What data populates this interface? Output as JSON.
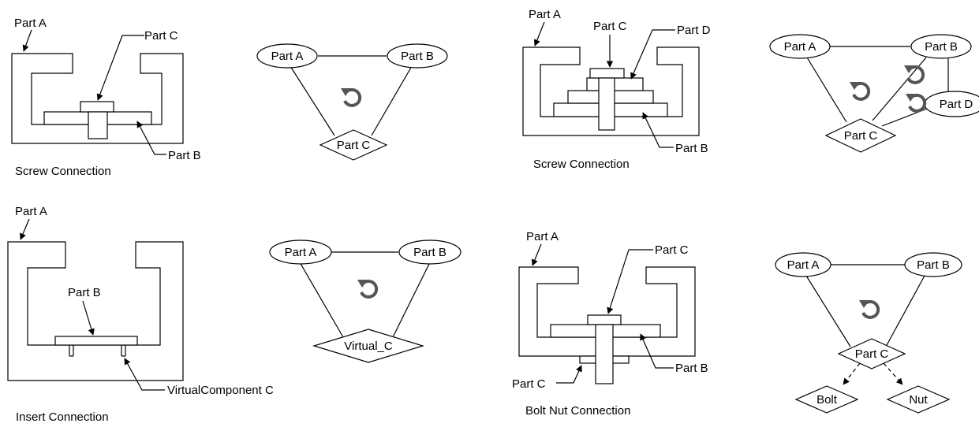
{
  "panels": {
    "screw1": {
      "part_a": "Part A",
      "part_b": "Part B",
      "part_c": "Part C",
      "caption": "Screw Connection"
    },
    "screw1_graph": {
      "node_a": "Part A",
      "node_b": "Part B",
      "node_c": "Part C"
    },
    "screw2": {
      "part_a": "Part A",
      "part_b": "Part B",
      "part_c": "Part C",
      "part_d": "Part D",
      "caption": "Screw Connection"
    },
    "screw2_graph": {
      "node_a": "Part A",
      "node_b": "Part B",
      "node_c": "Part C",
      "node_d": "Part D"
    },
    "insert": {
      "part_a": "Part A",
      "part_b": "Part B",
      "virtual": "VirtualComponent C",
      "caption": "Insert Connection"
    },
    "insert_graph": {
      "node_a": "Part A",
      "node_b": "Part B",
      "node_c": "Virtual_C"
    },
    "bolt": {
      "part_a": "Part A",
      "part_b": "Part B",
      "part_c_top": "Part C",
      "part_c_bottom": "Part C",
      "caption": "Bolt Nut Connection"
    },
    "bolt_graph": {
      "node_a": "Part A",
      "node_b": "Part B",
      "node_c": "Part C",
      "node_bolt": "Bolt",
      "node_nut": "Nut"
    }
  }
}
